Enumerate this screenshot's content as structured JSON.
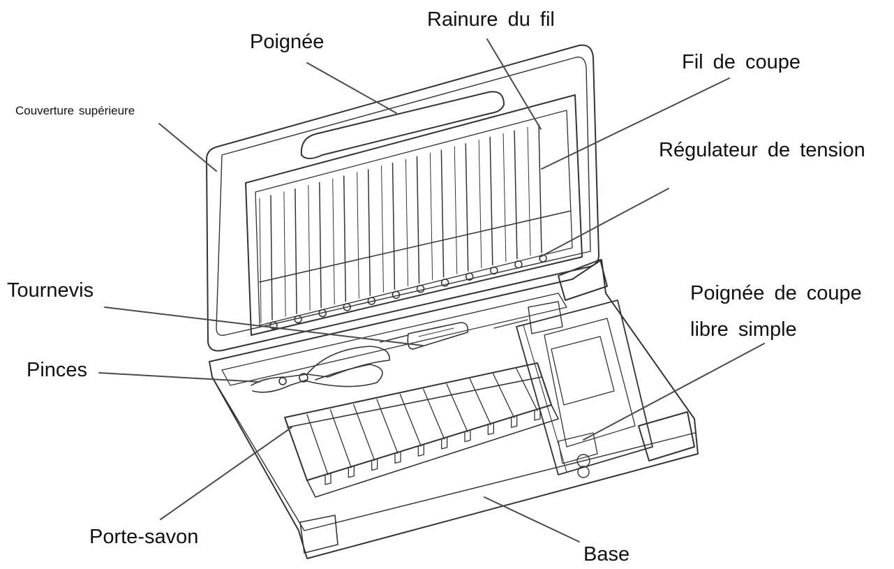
{
  "labels": {
    "rainure_du_fil": "Rainure du fil",
    "poignee": "Poignée",
    "fil_de_coupe": "Fil de coupe",
    "couverture_superieure": "Couverture supérieure",
    "regulateur_de_tension": "Régulateur de tension",
    "tournevis": "Tournevis",
    "poignee_de_coupe_line1": "Poignée de coupe",
    "poignee_de_coupe_line2": "libre simple",
    "pinces": "Pinces",
    "porte_savon": "Porte-savon",
    "base": "Base"
  },
  "colors": {
    "line": "#333333",
    "leader": "#4a4a4a",
    "text": "#111111",
    "background": "#ffffff"
  }
}
